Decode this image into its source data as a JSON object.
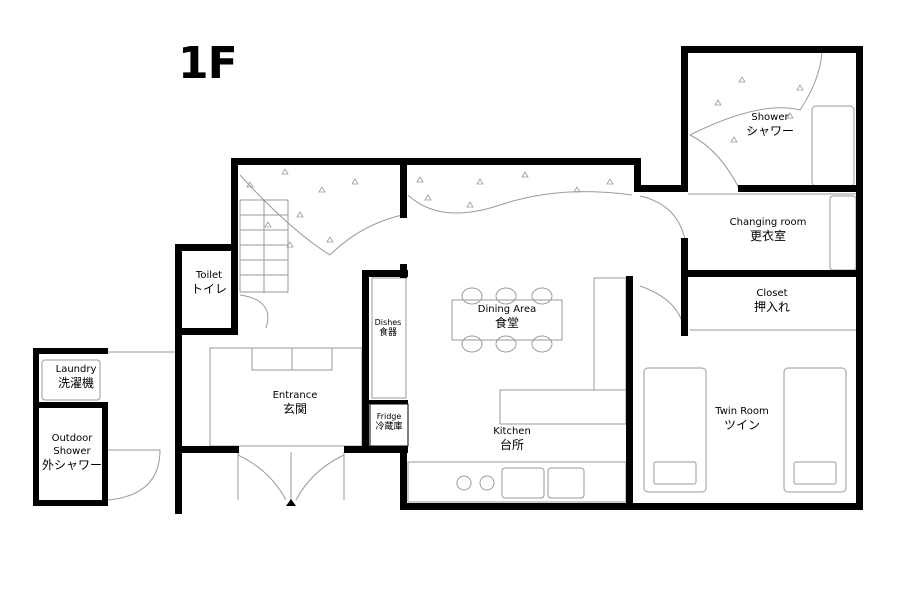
{
  "floor_label": "1F",
  "rooms": {
    "shower": {
      "en": "Shower",
      "jp": "シャワー"
    },
    "changing_room": {
      "en": "Changing room",
      "jp": "更衣室"
    },
    "closet": {
      "en": "Closet",
      "jp": "押入れ"
    },
    "twin_room": {
      "en": "Twin Room",
      "jp": "ツイン"
    },
    "dining_area": {
      "en": "Dining Area",
      "jp": "食堂"
    },
    "kitchen": {
      "en": "Kitchen",
      "jp": "台所"
    },
    "dishes": {
      "en": "Dishes",
      "jp": "食器"
    },
    "fridge": {
      "en": "Fridge",
      "jp": "冷蔵庫"
    },
    "entrance": {
      "en": "Entrance",
      "jp": "玄関"
    },
    "toilet": {
      "en": "Toilet",
      "jp": "トイレ"
    },
    "laundry": {
      "en": "Laundry",
      "jp": "洗濯機"
    },
    "outdoor_shower": {
      "en": "Outdoor Shower",
      "jp": "外シャワー"
    }
  }
}
